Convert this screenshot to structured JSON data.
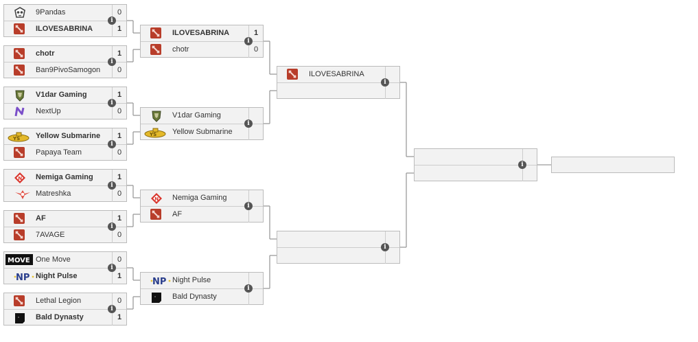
{
  "colors": {
    "wire": "#9a9a9a",
    "box_bg": "#f2f2f2",
    "dota_red": "#b83d2a"
  },
  "info_glyph": "i",
  "round1": [
    {
      "teams": [
        {
          "name": "9Pandas",
          "score": "0",
          "logo": "panda-icon"
        },
        {
          "name": "ILOVESABRINA",
          "score": "1",
          "logo": "dota-icon",
          "winner": true
        }
      ]
    },
    {
      "teams": [
        {
          "name": "chotr",
          "score": "1",
          "logo": "dota-icon",
          "winner": true
        },
        {
          "name": "Ban9PivoSamogon",
          "score": "0",
          "logo": "dota-icon"
        }
      ]
    },
    {
      "teams": [
        {
          "name": "V1dar Gaming",
          "score": "1",
          "logo": "vidar-icon",
          "winner": true
        },
        {
          "name": "NextUp",
          "score": "0",
          "logo": "nextup-icon"
        }
      ]
    },
    {
      "teams": [
        {
          "name": "Yellow Submarine",
          "score": "1",
          "logo": "submarine-icon",
          "winner": true
        },
        {
          "name": "Papaya Team",
          "score": "0",
          "logo": "dota-icon"
        }
      ]
    },
    {
      "teams": [
        {
          "name": "Nemiga Gaming",
          "score": "1",
          "logo": "nemiga-icon",
          "winner": true
        },
        {
          "name": "Matreshka",
          "score": "0",
          "logo": "matreshka-icon"
        }
      ]
    },
    {
      "teams": [
        {
          "name": "AF",
          "score": "1",
          "logo": "dota-icon",
          "winner": true
        },
        {
          "name": "7AVAGE",
          "score": "0",
          "logo": "dota-icon"
        }
      ]
    },
    {
      "teams": [
        {
          "name": "One Move",
          "score": "0",
          "logo": "onemove-icon"
        },
        {
          "name": "Night Pulse",
          "score": "1",
          "logo": "nightpulse-icon",
          "winner": true
        }
      ]
    },
    {
      "teams": [
        {
          "name": "Lethal Legion",
          "score": "0",
          "logo": "dota-icon"
        },
        {
          "name": "Bald Dynasty",
          "score": "1",
          "logo": "bald-icon",
          "winner": true
        }
      ]
    }
  ],
  "round2": [
    {
      "teams": [
        {
          "name": "ILOVESABRINA",
          "score": "1",
          "logo": "dota-icon",
          "winner": true
        },
        {
          "name": "chotr",
          "score": "0",
          "logo": "dota-icon"
        }
      ]
    },
    {
      "teams": [
        {
          "name": "V1dar Gaming",
          "score": "",
          "logo": "vidar-icon"
        },
        {
          "name": "Yellow Submarine",
          "score": "",
          "logo": "submarine-icon"
        }
      ]
    },
    {
      "teams": [
        {
          "name": "Nemiga Gaming",
          "score": "",
          "logo": "nemiga-icon"
        },
        {
          "name": "AF",
          "score": "",
          "logo": "dota-icon"
        }
      ]
    },
    {
      "teams": [
        {
          "name": "Night Pulse",
          "score": "",
          "logo": "nightpulse-icon"
        },
        {
          "name": "Bald Dynasty",
          "score": "",
          "logo": "bald-icon"
        }
      ]
    }
  ],
  "round3": [
    {
      "teams": [
        {
          "name": "ILOVESABRINA",
          "score": "",
          "logo": "dota-icon"
        },
        {
          "name": "",
          "score": "",
          "logo": ""
        }
      ]
    },
    {
      "teams": [
        {
          "name": "",
          "score": "",
          "logo": ""
        },
        {
          "name": "",
          "score": "",
          "logo": ""
        }
      ]
    }
  ],
  "round4": [
    {
      "teams": [
        {
          "name": "",
          "score": "",
          "logo": ""
        },
        {
          "name": "",
          "score": "",
          "logo": ""
        }
      ]
    }
  ],
  "champion": {
    "name": ""
  }
}
